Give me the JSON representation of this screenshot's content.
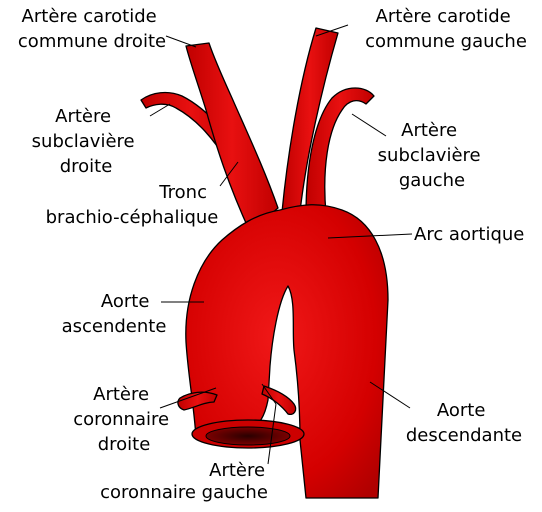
{
  "colors": {
    "vessel_light": "#f01818",
    "vessel_main": "#d40000",
    "vessel_dark": "#a40000",
    "lumen": "#5a0000",
    "outline": "#000000",
    "background": "#ffffff"
  },
  "labels": {
    "rcca": [
      "Artère carotide",
      "commune droite"
    ],
    "lcca": [
      "Artère carotide",
      "commune gauche"
    ],
    "rsub": [
      "Artère",
      "subclavière",
      "droite"
    ],
    "lsub": [
      "Artère",
      "subclavière",
      "gauche"
    ],
    "tronc": [
      "Tronc",
      "brachio-céphalique"
    ],
    "arc": [
      "Arc aortique"
    ],
    "asc": [
      "Aorte",
      "ascendente"
    ],
    "rcor": [
      "Artère",
      "coronnaire",
      "droite"
    ],
    "desc": [
      "Aorte",
      "descendante"
    ],
    "lcor": [
      "Artère",
      "coronnaire gauche"
    ]
  }
}
